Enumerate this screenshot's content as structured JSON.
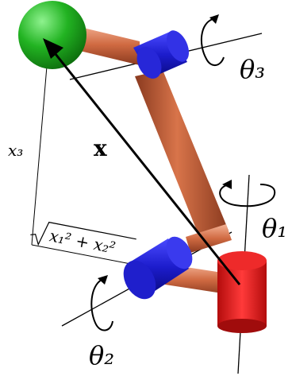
{
  "labels": {
    "theta1": "θ₁",
    "theta2": "θ₂",
    "theta3": "θ₃",
    "x_vector": "x",
    "x3": "x₃",
    "sqrt_expr": "x₁² + x₂²"
  },
  "colors": {
    "end_effector": "#1aa31a",
    "joint_cylinder": "#1c1ccc",
    "base_cylinder": "#dd1a1a",
    "link": "#b7522f",
    "link_highlight": "#f0a080",
    "lines": "#000000"
  }
}
